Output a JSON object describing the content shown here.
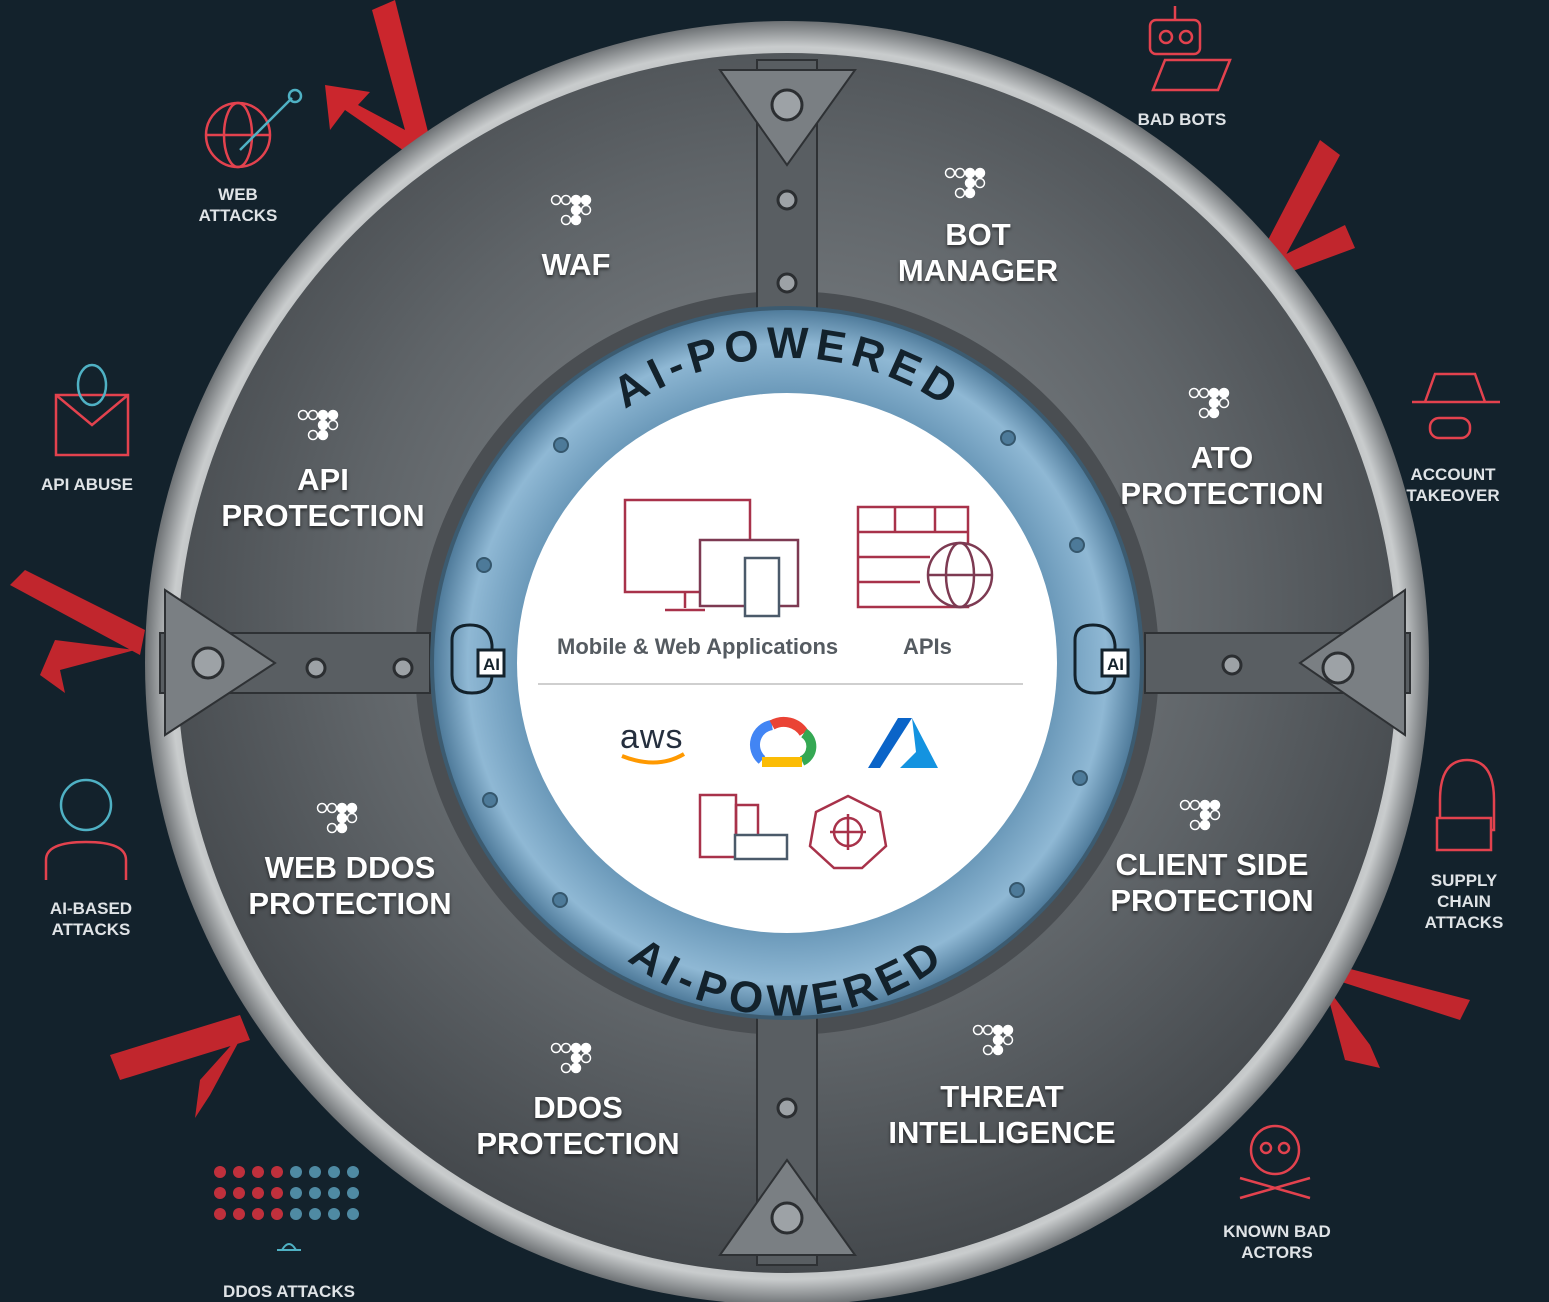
{
  "ring_text": {
    "top": "AI-POWERED",
    "bottom": "AI-POWERED"
  },
  "services": {
    "waf": "WAF",
    "bot_manager": "BOT\nMANAGER",
    "api_protection": "API\nPROTECTION",
    "ato_protection": "ATO\nPROTECTION",
    "web_ddos": "WEB DDOS\nPROTECTION",
    "client_side": "CLIENT SIDE\nPROTECTION",
    "ddos": "DDOS\nPROTECTION",
    "threat_intel": "THREAT\nINTELLIGENCE"
  },
  "threats": {
    "web_attacks": "WEB\nATTACKS",
    "bad_bots": "BAD BOTS",
    "api_abuse": "API ABUSE",
    "account_takeover": "ACCOUNT\nTAKEOVER",
    "ai_based": "AI-BASED\nATTACKS",
    "supply_chain": "SUPPLY CHAIN\nATTACKS",
    "ddos_attacks": "DDOS ATTACKS",
    "known_bad": "KNOWN BAD\nACTORS"
  },
  "center": {
    "apps_label": "Mobile & Web Applications",
    "apis_label": "APIs",
    "aws_text": "aws",
    "ai_chip": "AI"
  },
  "colors": {
    "background": "#13222c",
    "threat_red": "#e0272e",
    "inner_ring": "#6f9fbf",
    "icon_red": "#c0303c"
  }
}
